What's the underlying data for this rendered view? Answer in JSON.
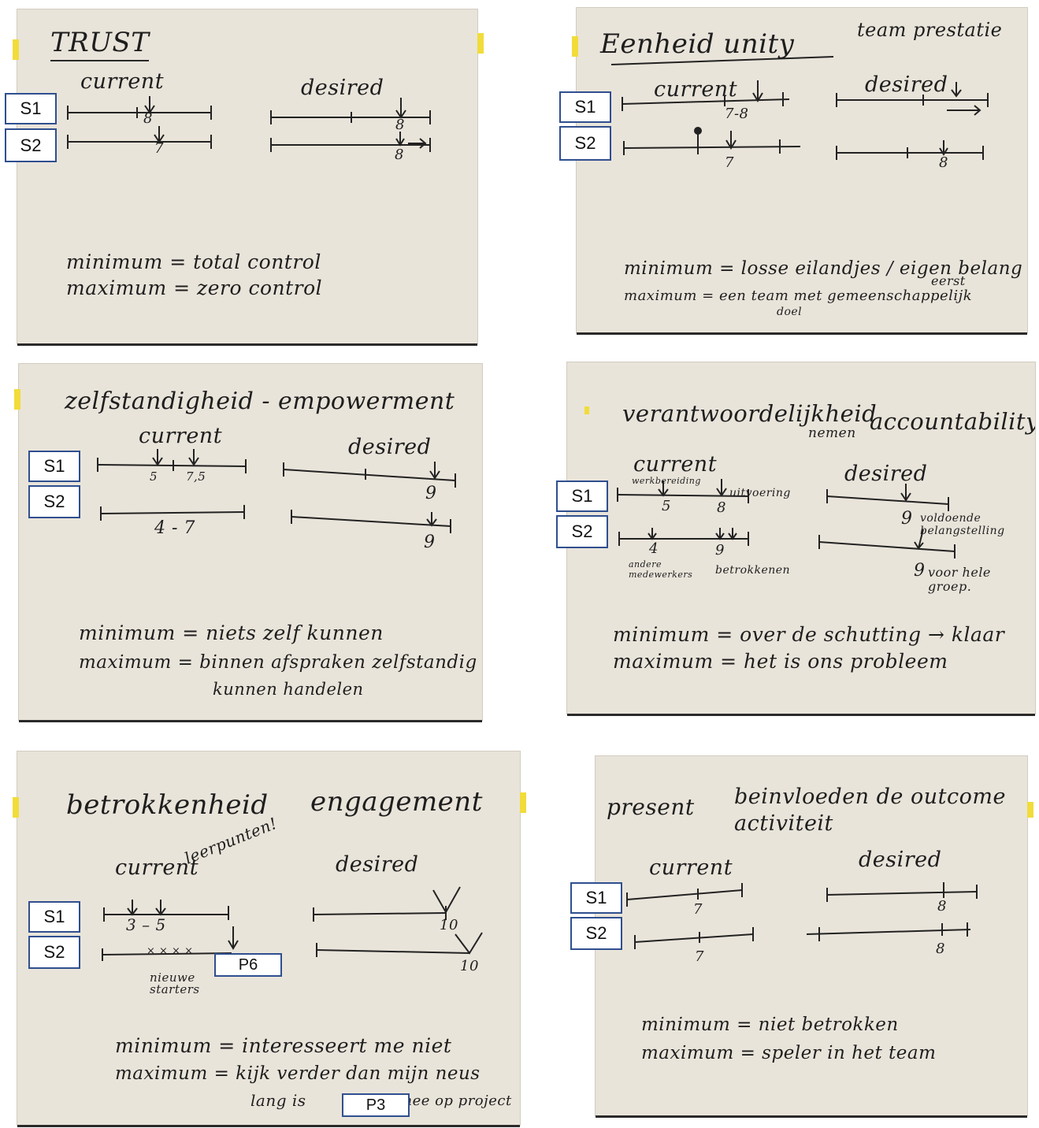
{
  "labels": {
    "s1": "S1",
    "s2": "S2",
    "p6": "P6",
    "p3": "P3"
  },
  "colors": {
    "paper": "#e9e4da",
    "ink": "#1e1e1e",
    "label_border": "#2f4f8f",
    "tape": "#f1dc3a"
  },
  "cards": [
    {
      "title": "TRUST",
      "current_label": "current",
      "desired_label": "desired",
      "s1_current": "8",
      "s2_current": "7",
      "s1_desired": "8",
      "s2_desired": "8",
      "minimum": "minimum = total control",
      "maximum": "maximum = zero control"
    },
    {
      "title": "Eenheid unity",
      "subtitle": "team prestatie",
      "current_label": "current",
      "desired_label": "desired",
      "s1_current": "7-8",
      "s2_current": "7",
      "s2_desired": "8",
      "minimum": "minimum = losse eilandjes / eigen belang",
      "minimum_note": "eerst",
      "maximum": "maximum = een team met gemeenschappelijk",
      "maximum_note": "doel"
    },
    {
      "title": "zelfstandigheid - empowerment",
      "current_label": "current",
      "desired_label": "desired",
      "s1_current_a": "5",
      "s1_current_b": "7,5",
      "s2_current": "4 - 7",
      "s1_desired": "9",
      "s2_desired": "9",
      "minimum": "minimum = niets zelf kunnen",
      "maximum": "maximum = binnen afspraken zelfstandig",
      "maximum_2": "kunnen handelen"
    },
    {
      "title": "verantwoordelijkheid",
      "title_note": "nemen",
      "title_2": "accountability",
      "current_label": "current",
      "desired_label": "desired",
      "s1_current_note": "werkbereiding",
      "s1_current_a": "5",
      "s1_current_b": "8",
      "s1_current_note2": "uitvoering",
      "s2_current_a": "4",
      "s2_current_b": "9",
      "s2_current_note_a": "andere medewerkers",
      "s2_current_note_b": "betrokkenen",
      "s1_desired": "9",
      "s1_desired_note": "voldoende belangstelling",
      "s2_desired": "9",
      "s2_desired_note": "voor hele groep.",
      "minimum": "minimum = over de schutting → klaar",
      "maximum": "maximum = het is ons probleem"
    },
    {
      "title": "betrokkenheid",
      "title_2": "engagement",
      "current_label": "current",
      "current_note": "leerpunten!",
      "desired_label": "desired",
      "s1_current": "3 – 5",
      "s2_marks": "× × × ×",
      "s2_note": "nieuwe starters",
      "s1_desired": "10",
      "s2_desired": "10",
      "minimum": "minimum = interesseert me niet",
      "maximum": "maximum = kijk verder dan mijn neus",
      "maximum_2a": "lang is",
      "maximum_2b": "mee op project"
    },
    {
      "title": "present",
      "title_2": "beinvloeden de outcome",
      "title_3": "activiteit",
      "current_label": "current",
      "desired_label": "desired",
      "s1_current": "7",
      "s2_current": "7",
      "s1_desired": "8",
      "s2_desired": "8",
      "minimum": "minimum = niet betrokken",
      "maximum": "maximum = speler in het team"
    }
  ]
}
